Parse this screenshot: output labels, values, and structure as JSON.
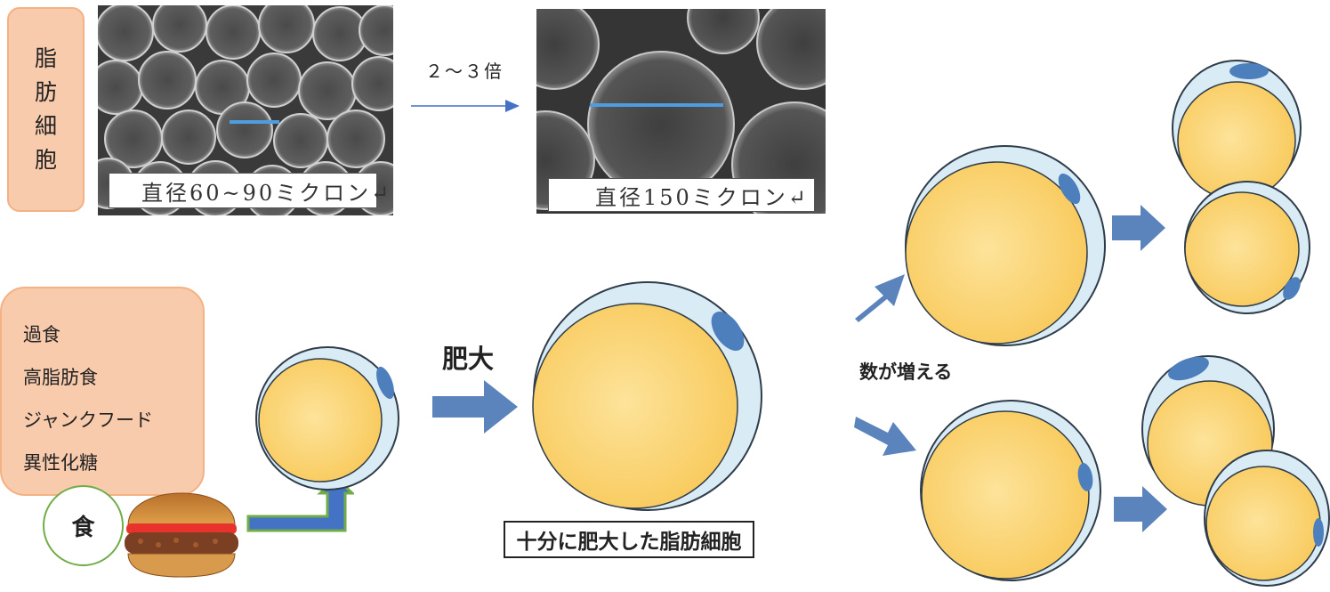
{
  "label_vertical": [
    "脂",
    "肪",
    "細",
    "胞"
  ],
  "photo_left_caption": "直径60~90ミクロン↵",
  "photo_right_caption": "直径150ミクロン↵",
  "ratio_label": "２～３倍",
  "causes": [
    "過食",
    "高脂肪食",
    "ジャンクフード",
    "異性化糖"
  ],
  "food_label": "食",
  "hypertrophy_label": "肥大",
  "fully_enlarged_label": "十分に肥大した脂肪細胞",
  "increase_label": "数が増える",
  "colors": {
    "label_box": "#f8cbad",
    "label_border": "#f4b183",
    "fat": "#fcd670",
    "membrane": "#d9ecf5",
    "nucleus": "#4d7fbd",
    "arrow": "#5b84bd",
    "line_blue": "#4472c4",
    "elbow_fill": "#4472c4",
    "elbow_edge": "#70ad47"
  }
}
